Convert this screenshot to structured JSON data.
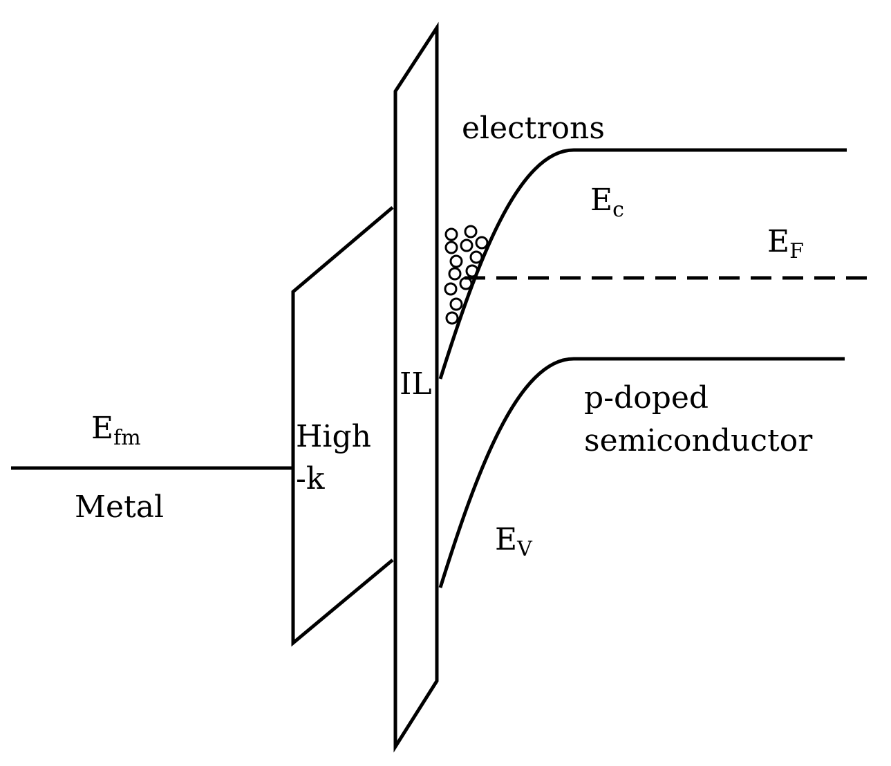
{
  "labels": {
    "metal_fermi": {
      "main": "E",
      "sub": "fm"
    },
    "metal": "Metal",
    "high_k_line1": "High",
    "high_k_line2": "-k",
    "interlayer": "IL",
    "electrons": "electrons",
    "conduction_band": {
      "main": "E",
      "sub": "c"
    },
    "fermi_level": {
      "main": "E",
      "sub": "F"
    },
    "valence_band": {
      "main": "E",
      "sub": "V"
    },
    "semiconductor_line1": "p-doped",
    "semiconductor_line2": "semiconductor"
  },
  "colors": {
    "line": "#000000",
    "background": "#ffffff"
  }
}
